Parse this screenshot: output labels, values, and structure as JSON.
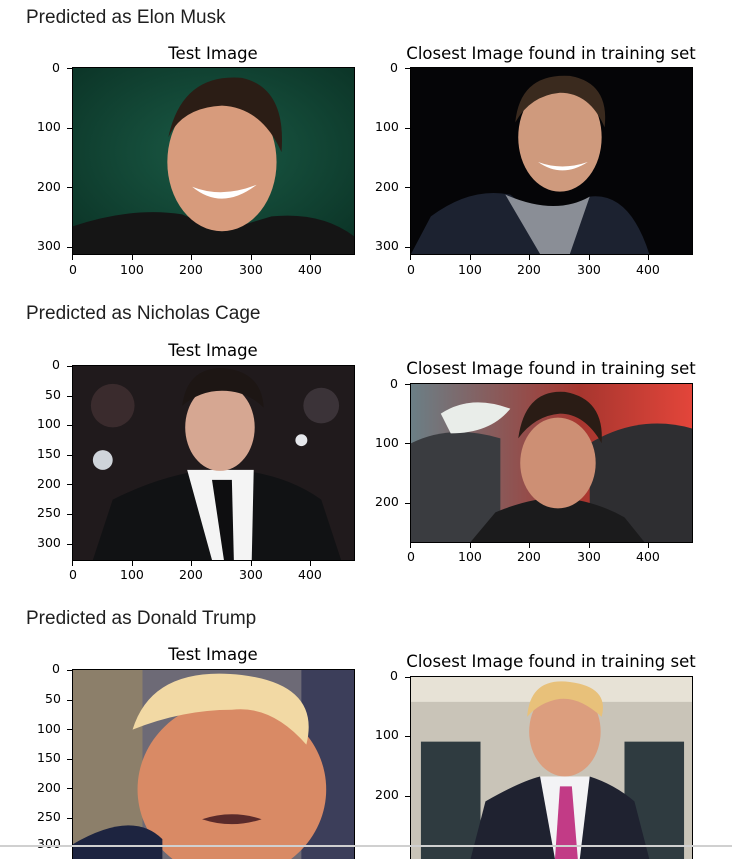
{
  "predictions": [
    {
      "heading": "Predicted as Elon Musk",
      "test_plot": {
        "title": "Test Image",
        "x_ticks": [
          "0",
          "100",
          "200",
          "300",
          "400"
        ],
        "y_ticks": [
          "0",
          "100",
          "200",
          "300"
        ]
      },
      "match_plot": {
        "title": "Closest Image found in training set",
        "x_ticks": [
          "0",
          "100",
          "200",
          "300",
          "400"
        ],
        "y_ticks": [
          "0",
          "100",
          "200",
          "300"
        ]
      }
    },
    {
      "heading": "Predicted as Nicholas Cage",
      "test_plot": {
        "title": "Test Image",
        "x_ticks": [
          "0",
          "100",
          "200",
          "300",
          "400"
        ],
        "y_ticks": [
          "0",
          "50",
          "100",
          "150",
          "200",
          "250",
          "300"
        ]
      },
      "match_plot": {
        "title": "Closest Image found in training set",
        "x_ticks": [
          "0",
          "100",
          "200",
          "300",
          "400"
        ],
        "y_ticks": [
          "0",
          "100",
          "200"
        ]
      }
    },
    {
      "heading": "Predicted as Donald Trump",
      "test_plot": {
        "title": "Test Image",
        "x_ticks": [],
        "y_ticks": [
          "0",
          "50",
          "100",
          "150",
          "200",
          "250",
          "300"
        ]
      },
      "match_plot": {
        "title": "Closest Image found in training set",
        "x_ticks": [],
        "y_ticks": [
          "0",
          "100",
          "200"
        ]
      }
    }
  ]
}
